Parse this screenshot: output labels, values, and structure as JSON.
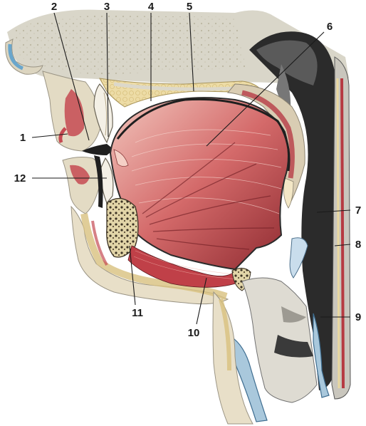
{
  "labels": [
    {
      "id": "1",
      "text": "1"
    },
    {
      "id": "2",
      "text": "2"
    },
    {
      "id": "3",
      "text": "3"
    },
    {
      "id": "4",
      "text": "4"
    },
    {
      "id": "5",
      "text": "5"
    },
    {
      "id": "6",
      "text": "6"
    },
    {
      "id": "7",
      "text": "7"
    },
    {
      "id": "8",
      "text": "8"
    },
    {
      "id": "9",
      "text": "9"
    },
    {
      "id": "10",
      "text": "10"
    },
    {
      "id": "11",
      "text": "11"
    },
    {
      "id": "12",
      "text": "12"
    }
  ],
  "colors": {
    "skin": "#e8dfc8",
    "fat": "#e9d8a0",
    "muscle": "#c8484e",
    "muscle_light": "#e8a8a0",
    "mucosa": "#c9c4ba",
    "cavity": "#2a2a2a",
    "bone": "#efe8d4",
    "nasal": "#dcdcd2",
    "cartilage": "#a9c8dc"
  }
}
